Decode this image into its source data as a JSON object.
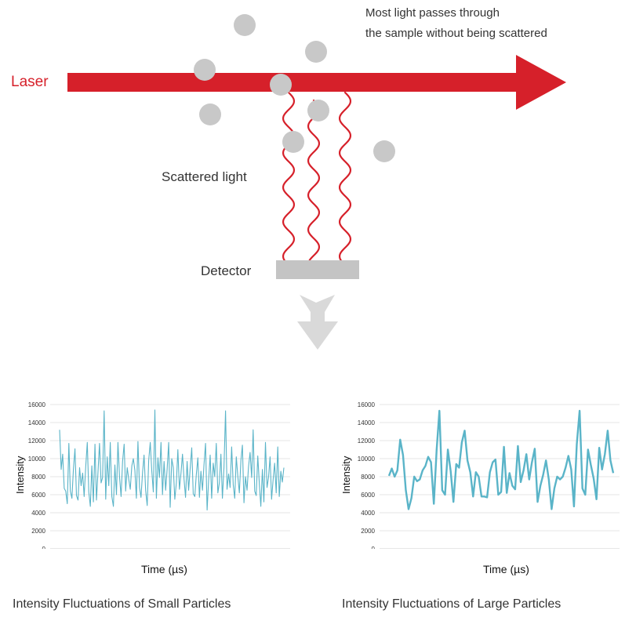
{
  "diagram": {
    "laser_label": "Laser",
    "pass_through_line1": "Most light passes through",
    "pass_through_line2": "the sample without being scattered",
    "scattered_label": "Scattered light",
    "detector_label": "Detector",
    "colors": {
      "laser": "#d6202a",
      "particle": "#c8c8c8",
      "detector": "#c4c4c4",
      "arrow": "#d9d9d9",
      "trace": "#5ab4c8"
    }
  },
  "captions": {
    "small": "Intensity Fluctuations of Small Particles",
    "large": "Intensity Fluctuations of Large Particles"
  },
  "chart_data": [
    {
      "type": "line",
      "xlabel": "Time (µs)",
      "ylabel": "Intensity",
      "ylim": [
        0,
        16000
      ],
      "yticks": [
        "0",
        "2000",
        "4000",
        "6000",
        "8000",
        "10000",
        "12000",
        "14000",
        "16000"
      ],
      "grid": true,
      "series": [
        {
          "values": [
            13200,
            8800,
            10500,
            6700,
            6400,
            5000,
            11700,
            6400,
            5600,
            8800,
            11100,
            5900,
            5400,
            9000,
            7000,
            8400,
            5800,
            9100,
            11800,
            6300,
            4700,
            9200,
            5200,
            11600,
            5400,
            8600,
            11700,
            7300,
            7900,
            15300,
            5500,
            10200,
            7000,
            11800,
            5800,
            4700,
            9300,
            6000,
            11800,
            8000,
            5800,
            9700,
            11600,
            6400,
            9000,
            7700,
            6600,
            9200,
            10000,
            8700,
            5600,
            11900,
            6800,
            5700,
            8500,
            10400,
            6500,
            4800,
            9800,
            11800,
            8700,
            6300,
            15400,
            5600,
            10100,
            7900,
            11800,
            6000,
            9700,
            6500,
            8800,
            11800,
            4600,
            10000,
            9000,
            5500,
            7300,
            11000,
            6600,
            8400,
            10500,
            7700,
            5700,
            9700,
            6500,
            8900,
            11200,
            6100,
            5800,
            8200,
            10100,
            5700,
            8600,
            6500,
            9300,
            11700,
            4300,
            7600,
            10400,
            5600,
            9500,
            8000,
            11700,
            6200,
            7300,
            10500,
            5600,
            9000,
            15300,
            6600,
            8300,
            6800,
            11300,
            7100,
            5600,
            10200,
            8100,
            6200,
            9800,
            11500,
            5100,
            8000,
            6500,
            9100,
            10700,
            7900,
            13200,
            6400,
            5900,
            10300,
            7200,
            4700,
            8800,
            5200,
            11800,
            6800,
            7900,
            10200,
            5500,
            7700,
            9500,
            6200,
            11300,
            5800,
            8600,
            7400,
            9000
          ]
        }
      ]
    },
    {
      "type": "line",
      "xlabel": "Time (µs)",
      "ylabel": "Intensity",
      "ylim": [
        0,
        16000
      ],
      "yticks": [
        "0",
        "2000",
        "4000",
        "6000",
        "8000",
        "10000",
        "12000",
        "14000",
        "16000"
      ],
      "grid": true,
      "series": [
        {
          "values": [
            8100,
            8900,
            8000,
            8700,
            12100,
            10400,
            6500,
            4400,
            5600,
            8000,
            7500,
            7700,
            8700,
            9200,
            10200,
            9600,
            5000,
            11000,
            15300,
            6500,
            6000,
            11000,
            8600,
            5200,
            9400,
            9000,
            11800,
            13100,
            9800,
            8500,
            5800,
            8500,
            8000,
            5800,
            5800,
            5700,
            8500,
            9600,
            9900,
            6000,
            6300,
            11300,
            6200,
            8400,
            7000,
            6600,
            11400,
            7400,
            8700,
            10500,
            7700,
            9600,
            11100,
            5200,
            7000,
            8200,
            9800,
            7700,
            4400,
            6700,
            8000,
            7700,
            8000,
            9000,
            10300,
            8800,
            4700,
            11600,
            15300,
            6700,
            6000,
            11000,
            9300,
            7800,
            5500,
            11200,
            8800,
            10500,
            13100,
            9800,
            8400
          ]
        }
      ]
    }
  ]
}
